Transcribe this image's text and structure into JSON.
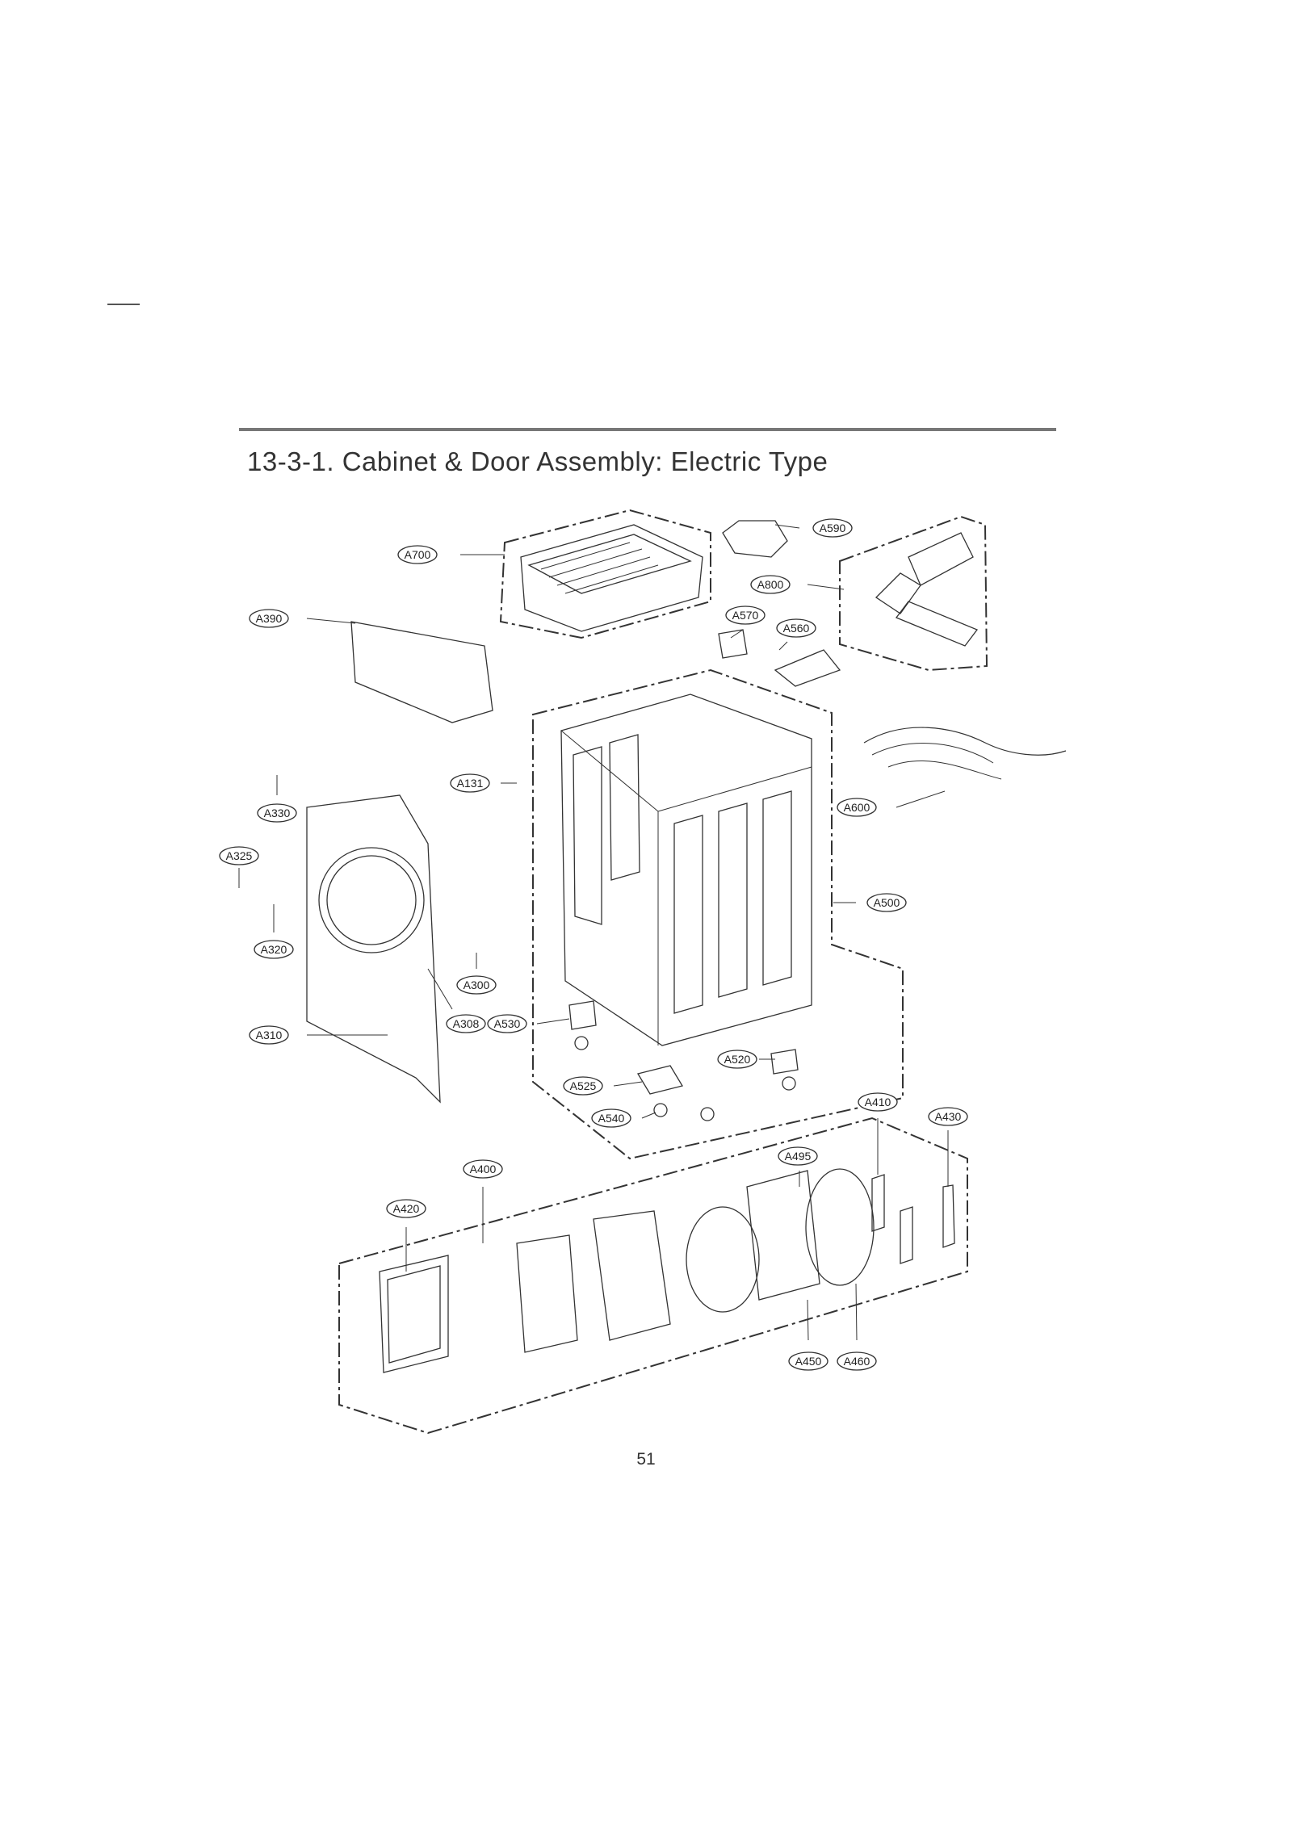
{
  "header": {
    "title": "13-3-1. Cabinet & Door Assembly: Electric Type"
  },
  "footer": {
    "page_number": "51"
  },
  "callouts": [
    "A700",
    "A590",
    "A800",
    "A390",
    "A570",
    "A560",
    "A131",
    "A330",
    "A600",
    "A325",
    "A500",
    "A320",
    "A300",
    "A308",
    "A530",
    "A310",
    "A520",
    "A525",
    "A410",
    "A430",
    "A540",
    "A495",
    "A400",
    "A420",
    "A450",
    "A460"
  ]
}
